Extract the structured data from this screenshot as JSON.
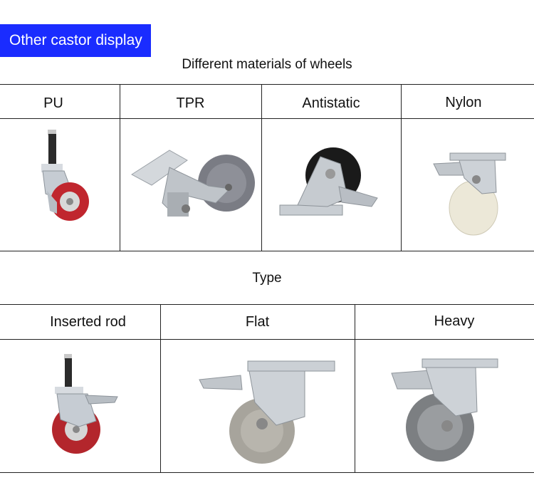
{
  "badge": "Other castor display",
  "materials": {
    "title": "Different materials of wheels",
    "items": [
      {
        "label": "PU",
        "icon": "pu-castor-image",
        "wheel_color": "#c0262e"
      },
      {
        "label": "TPR",
        "icon": "tpr-castor-image",
        "wheel_color": "#7a7c84"
      },
      {
        "label": "Antistatic",
        "icon": "antistatic-castor-image",
        "wheel_color": "#1a1a1a"
      },
      {
        "label": "Nylon",
        "icon": "nylon-castor-image",
        "wheel_color": "#ece8d8"
      }
    ]
  },
  "types": {
    "title": "Type",
    "items": [
      {
        "label": "Inserted rod",
        "icon": "inserted-rod-castor-image",
        "wheel_color": "#b3262c"
      },
      {
        "label": "Flat",
        "icon": "flat-castor-image",
        "wheel_color": "#a7a49c"
      },
      {
        "label": "Heavy",
        "icon": "heavy-castor-image",
        "wheel_color": "#7c7f82"
      }
    ]
  }
}
